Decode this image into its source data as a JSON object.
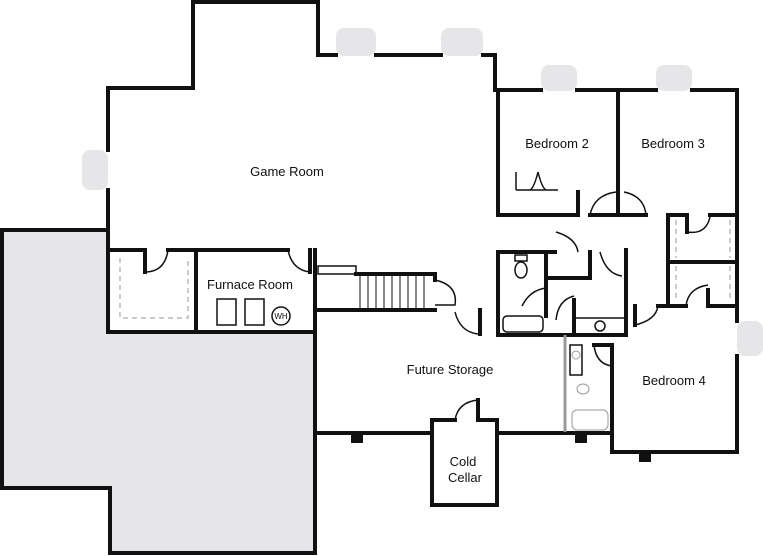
{
  "rooms": {
    "game_room": "Game Room",
    "bedroom_2": "Bedroom 2",
    "bedroom_3": "Bedroom 3",
    "furnace_room": "Furnace Room",
    "future_storage": "Future Storage",
    "bedroom_4": "Bedroom 4",
    "cold_cellar_line1": "Cold",
    "cold_cellar_line2": "Cellar"
  },
  "fixtures": {
    "water_heater": "WH"
  },
  "colors": {
    "walls": "#111111",
    "unfinished_area": "#e6e6e8",
    "windows": "#e6e6e8"
  }
}
